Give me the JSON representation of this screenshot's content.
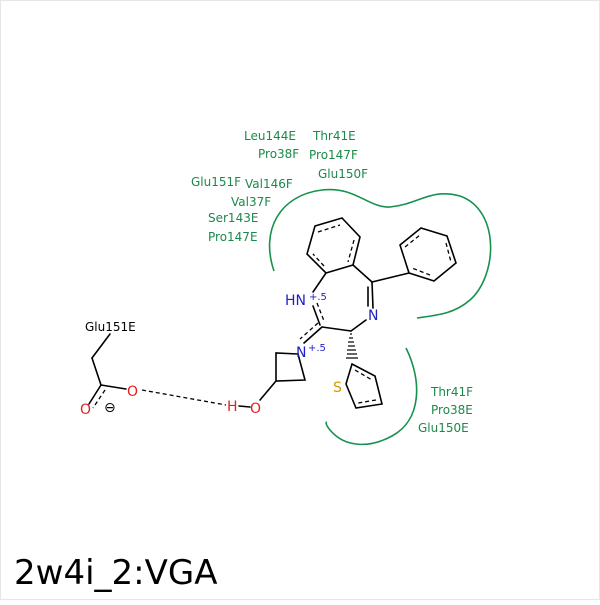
{
  "title": "2w4i_2:VGA",
  "residues": {
    "top": [
      "Leu144E",
      "Thr41E",
      "Pro38F",
      "Pro147F",
      "Glu150F"
    ],
    "left": [
      "Glu151F",
      "Val146F",
      "Val37F",
      "Ser143E",
      "Pro147E"
    ],
    "right": [
      "Thr41F",
      "Pro38E",
      "Glu150E"
    ],
    "ligand": "Glu151E"
  },
  "atoms": {
    "hn": "HN",
    "n_azetidine": "N",
    "n_ring": "N",
    "s": "S",
    "o_acid1": "O",
    "o_acid2": "O",
    "h": "H",
    "o_hydroxyl": "O",
    "charge_half": "+.5",
    "charge_neg": "⊖"
  },
  "colors": {
    "residue": "#1a8a4a",
    "pocket": "#16924e",
    "nitrogen": "#1f1fc8",
    "oxygen": "#e0201e",
    "sulfur": "#d49a00",
    "bond": "#000000"
  }
}
